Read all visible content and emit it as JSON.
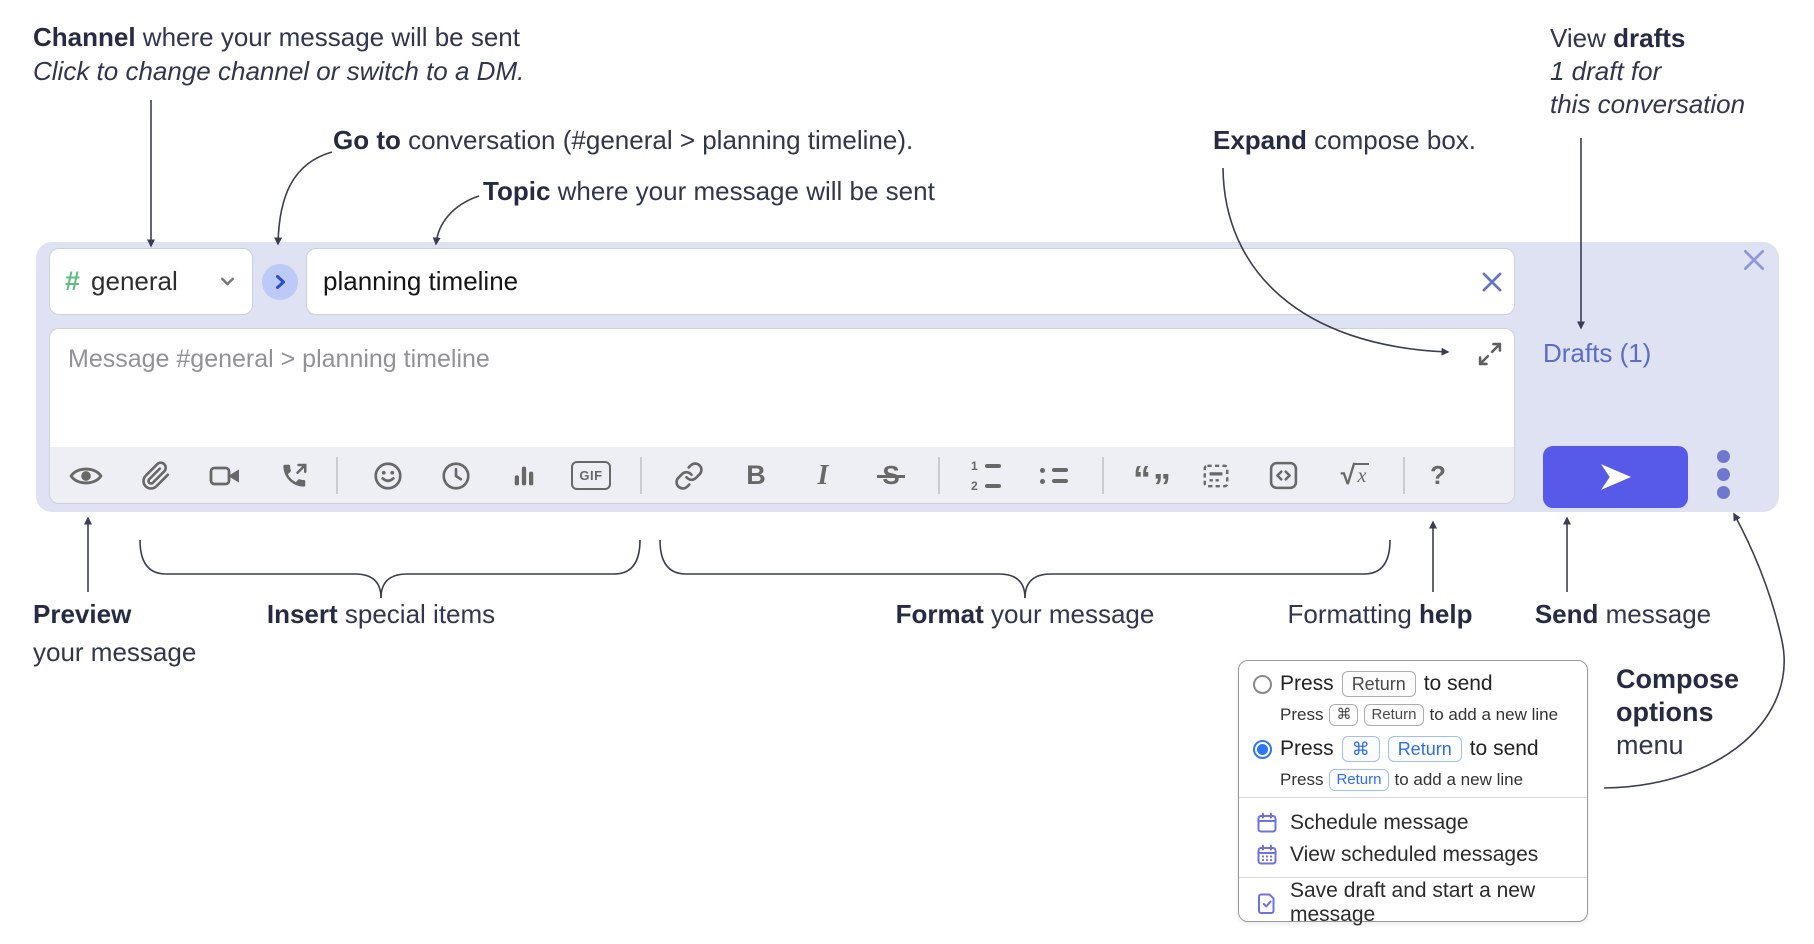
{
  "annotations": {
    "channel": {
      "bold": "Channel",
      "rest": " where your message will be sent",
      "sub": "Click to change channel or switch to a DM."
    },
    "go_to": {
      "bold": "Go to",
      "rest": " conversation (#general > planning timeline)."
    },
    "topic": {
      "bold": "Topic",
      "rest": " where your message will be sent"
    },
    "expand": {
      "bold": "Expand",
      "rest": " compose box."
    },
    "view_drafts": {
      "pre": "View ",
      "bold": "drafts",
      "sub1": "1 draft for",
      "sub2": "this conversation"
    },
    "preview": {
      "bold": "Preview",
      "sub": "your message"
    },
    "insert": {
      "bold": "Insert",
      "rest": " special items"
    },
    "format": {
      "bold": "Format",
      "rest": " your message"
    },
    "formatting_help": {
      "pre": "Formatting ",
      "bold": "help"
    },
    "send": {
      "bold": "Send",
      "rest": " message"
    },
    "compose_options": {
      "bold1": "Compose",
      "bold2": "options",
      "rest": "menu"
    }
  },
  "compose_box": {
    "channel": {
      "hash": "#",
      "name": "general"
    },
    "topic_input": {
      "value": "planning timeline"
    },
    "message_input": {
      "placeholder": "Message #general > planning timeline"
    },
    "drafts_link": "Drafts (1)"
  },
  "toolbar": {
    "bold": "B",
    "italic": "I",
    "strike": "S",
    "gif": "GIF",
    "numbered": [
      "1",
      "2"
    ],
    "sqrt": "√",
    "sqrt_x": "x",
    "help": "?",
    "quote_open": "“",
    "quote_close": "”"
  },
  "send_menu": {
    "option_return": {
      "text1": "Press",
      "key1": "Return",
      "text2": "to send",
      "sub_text1": "Press",
      "sub_key1": "⌘",
      "sub_key2": "Return",
      "sub_text2": "to add a new line"
    },
    "option_cmd_return": {
      "text1": "Press",
      "key1": "⌘",
      "key2": "Return",
      "text2": "to send",
      "sub_text1": "Press",
      "sub_key1": "Return",
      "sub_text2": "to add a new line"
    },
    "items": [
      {
        "label": "Schedule message"
      },
      {
        "label": "View scheduled messages"
      },
      {
        "label": "Save draft and start a new message"
      }
    ]
  },
  "colors": {
    "compose_bg": "#dfe2f2",
    "send_button": "#575ae8",
    "drafts_link": "#5b6cc9",
    "hash_green": "#5ebd82",
    "radio_selected": "#2e77f0",
    "menu_icon_purple": "#6d72de"
  }
}
